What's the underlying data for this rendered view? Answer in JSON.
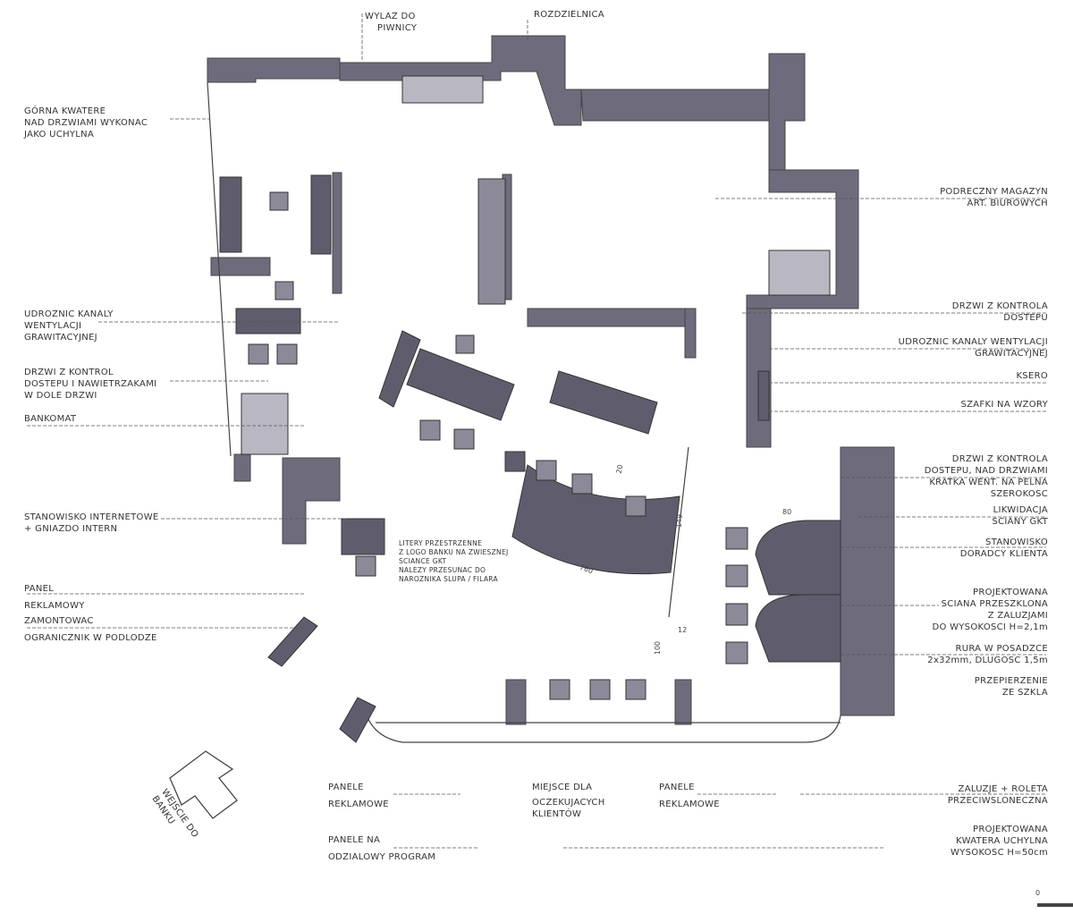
{
  "colors": {
    "wall": "#6e6c7c",
    "furniture": "#5f5d6d",
    "line": "#333333",
    "glass": "#b9b8c2"
  },
  "top_labels": {
    "cellar_exit": [
      "WYLAZ DO",
      "PIWNICY"
    ],
    "switchboard": "ROZDZIELNICA"
  },
  "left_labels": [
    [
      "GÓRNA KWATERE",
      "NAD DRZWIAMI WYKONAC",
      "JAKO UCHYLNA"
    ],
    [
      "UDROZNIC KANALY",
      "WENTYLACJI",
      "GRAWITACYJNEJ"
    ],
    [
      "DRZWI Z KONTROL",
      "DOSTEPU I NAWIETRZAKAMI",
      "W DOLE DRZWI"
    ],
    [
      "BANKOMAT"
    ],
    [
      "STANOWISKO INTERNETOWE",
      "+ GNIAZDO INTERN"
    ],
    [
      "PANEL",
      "REKLAMOWY"
    ],
    [
      "ZAMONTOWAC",
      "OGRANICZNIK W PODLODZE"
    ]
  ],
  "right_labels": [
    [
      "PODRECZNY MAGAZYN",
      "ART. BIUROWYCH"
    ],
    [
      "DRZWI Z KONTROLA",
      "DOSTEPU"
    ],
    [
      "UDROZNIC KANALY WENTYLACJI",
      "GRAWITACYJNEJ"
    ],
    [
      "KSERO"
    ],
    [
      "SZAFKI NA WZORY"
    ],
    [
      "DRZWI Z KONTROLA",
      "DOSTEPU, NAD DRZWIAMI",
      "KRATKA WENT. NA PELNA",
      "SZEROKOSC"
    ],
    [
      "LIKWIDACJA",
      "SCIANY GKT"
    ],
    [
      "STANOWISKO",
      "DORADCY KLIENTA"
    ],
    [
      "PROJEKTOWANA",
      "SCIANA PRZESZKLONA",
      "Z ZALUZJAMI",
      "DO WYSOKOSCI H=2,1m"
    ],
    [
      "RURA W POSADZCE",
      "2x32mm, DLUGOSC 1,5m"
    ],
    [
      "PRZEPIERZENIE",
      "ZE SZKLA"
    ]
  ],
  "bottom_labels": {
    "panels_1": [
      "PANELE",
      "REKLAMOWE"
    ],
    "panels_program": [
      "PANELE NA",
      "ODZIALOWY PROGRAM"
    ],
    "waiting": [
      "MIEJSCE DLA",
      "OCZEKUJACYCH",
      "KLIENTÓW"
    ],
    "panels_2": [
      "PANELE",
      "REKLAMOWE"
    ],
    "blinds": [
      "ZALUZJE + ROLETA",
      "PRZECIWSLONECZNA"
    ],
    "transom": [
      "PROJEKTOWANA",
      "KWATERA UCHYLNA",
      "WYSOKOSC H=50cm"
    ]
  },
  "center_note": [
    "LITERY PRZESTRZENNE",
    "Z LOGO BANKU NA ZWIESZNEJ",
    "SCIANCE GKT",
    "NALEZY PRZESUNAC DO",
    "NAROZNIKA SLUPA / FILARA"
  ],
  "entrance": [
    "WEJSCIE DO",
    "BANKU"
  ],
  "dimensions": {
    "d760": "760",
    "d149": "149",
    "d80": "80",
    "d20": "20",
    "d100": "100",
    "d12": "12"
  },
  "scale_zero": "0"
}
